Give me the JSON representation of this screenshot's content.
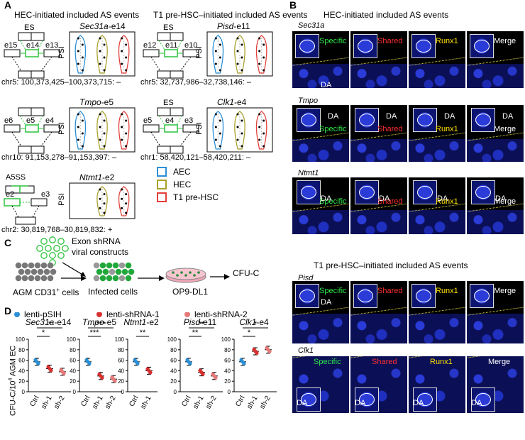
{
  "panels": {
    "A": "A",
    "B": "B",
    "C": "C",
    "D": "D"
  },
  "panelA": {
    "title_left": "HEC-initiated included AS events",
    "title_right": "T1 pre-HSC–initiated included AS events",
    "events": [
      {
        "type": "ES",
        "exons": [
          "e15",
          "e14",
          "e13"
        ],
        "gene": "Sec31a",
        "suffix": "-e14",
        "coords": "chr5: 100,373,425–100,373,715: –"
      },
      {
        "type": "ES",
        "exons": [
          "e12",
          "e11",
          "e10"
        ],
        "gene": "Pisd",
        "suffix": "-e11",
        "coords": "chr5: 32,737,986–32,738,146: –"
      },
      {
        "type": "",
        "exons": [
          "e6",
          "e5",
          "e4"
        ],
        "gene": "Tmpo",
        "suffix": "-e5",
        "coords": "chr10: 91,153,278–91,153,397: –"
      },
      {
        "type": "ES",
        "exons": [
          "e5",
          "e4",
          "e3"
        ],
        "gene": "Clk1",
        "suffix": "-e4",
        "coords": "chr1: 58,420,121–58,420,211: –"
      },
      {
        "type": "A5SS",
        "exons": [
          "e2",
          "e3"
        ],
        "gene": "Ntmt1",
        "suffix": "-e2",
        "coords": "chr2: 30,819,768–30,819,832: +"
      }
    ],
    "ylabel": "PSI",
    "legend": [
      {
        "label": "AEC",
        "color": "#2b8fd6"
      },
      {
        "label": "HEC",
        "color": "#a8a12a"
      },
      {
        "label": "T1 pre-HSC",
        "color": "#e2403a"
      }
    ]
  },
  "panelB": {
    "title_top": "HEC-initiated included AS events",
    "title_bottom": "T1 pre-HSC–initiated included AS events",
    "rows": [
      {
        "gene": "Sec31a",
        "labels": [
          "Specific",
          "Shared",
          "Runx1",
          "Merge"
        ],
        "da": "DA"
      },
      {
        "gene": "Tmpo",
        "labels": [
          "Specific",
          "Shared",
          "Runx1",
          "Merge"
        ],
        "da": "DA"
      },
      {
        "gene": "Ntmt1",
        "labels": [
          "Specific",
          "Shared",
          "Runx1",
          "Merge"
        ],
        "da": "DA"
      },
      {
        "gene": "Pisd",
        "labels": [
          "Specific",
          "Shared",
          "Runx1",
          "Merge"
        ],
        "da": "DA"
      },
      {
        "gene": "Clk1",
        "labels": [
          "Specific",
          "Shared",
          "Runx1",
          "Merge"
        ],
        "da": "DA"
      }
    ],
    "label_colors": {
      "Specific": "#2ee64a",
      "Shared": "#ff3030",
      "Runx1": "#ffe000",
      "Merge": "#ffffff"
    }
  },
  "panelC": {
    "shrna_label_1": "Exon shRNA",
    "shrna_label_2": "viral constructs",
    "step1_sup": "+",
    "step1_pre": "AGM CD31",
    "step1_post": " cells",
    "step2": "Infected cells",
    "step3": "OP9-DL1",
    "step4": "CFU-C"
  },
  "panelD": {
    "legend": [
      {
        "label": "lenti-pSIH",
        "color": "#2b8fd6"
      },
      {
        "label": "lenti-shRNA-1",
        "color": "#d93030"
      },
      {
        "label": "lenti-shRNA-2",
        "color": "#e87878"
      }
    ],
    "ylabel_pre": "CFU-C/10",
    "ylabel_sup": "4",
    "ylabel_post": " AGM EC",
    "yticks": [
      0,
      20,
      40,
      60,
      80,
      100
    ],
    "xlabels": [
      "Ctrl",
      "sh-1",
      "sh-2"
    ],
    "charts": [
      {
        "gene": "Sec31a",
        "suffix": "-e14",
        "means": [
          57,
          44,
          38
        ],
        "sig": [
          {
            "text": "*",
            "from": 0,
            "to": 1
          },
          {
            "text": "*",
            "from": 0,
            "to": 2
          }
        ]
      },
      {
        "gene": "Tmpo",
        "suffix": "-e5",
        "means": [
          57,
          30,
          24
        ],
        "sig": [
          {
            "text": "***",
            "from": 0,
            "to": 1
          },
          {
            "text": "***",
            "from": 0,
            "to": 2
          }
        ]
      },
      {
        "gene": "Ntmt1",
        "suffix": "-e2",
        "means": [
          57,
          40
        ],
        "sig": [
          {
            "text": "**",
            "from": 0,
            "to": 1
          }
        ]
      },
      {
        "gene": "Pisd",
        "suffix": "-e11",
        "means": [
          57,
          37,
          30
        ],
        "sig": [
          {
            "text": "**",
            "from": 0,
            "to": 1
          },
          {
            "text": "**",
            "from": 0,
            "to": 2
          }
        ]
      },
      {
        "gene": "Clk1",
        "suffix": "-e4",
        "means": [
          57,
          77,
          80
        ],
        "sig": [
          {
            "text": "*",
            "from": 0,
            "to": 1
          },
          {
            "text": "*",
            "from": 0,
            "to": 2
          }
        ]
      }
    ]
  }
}
